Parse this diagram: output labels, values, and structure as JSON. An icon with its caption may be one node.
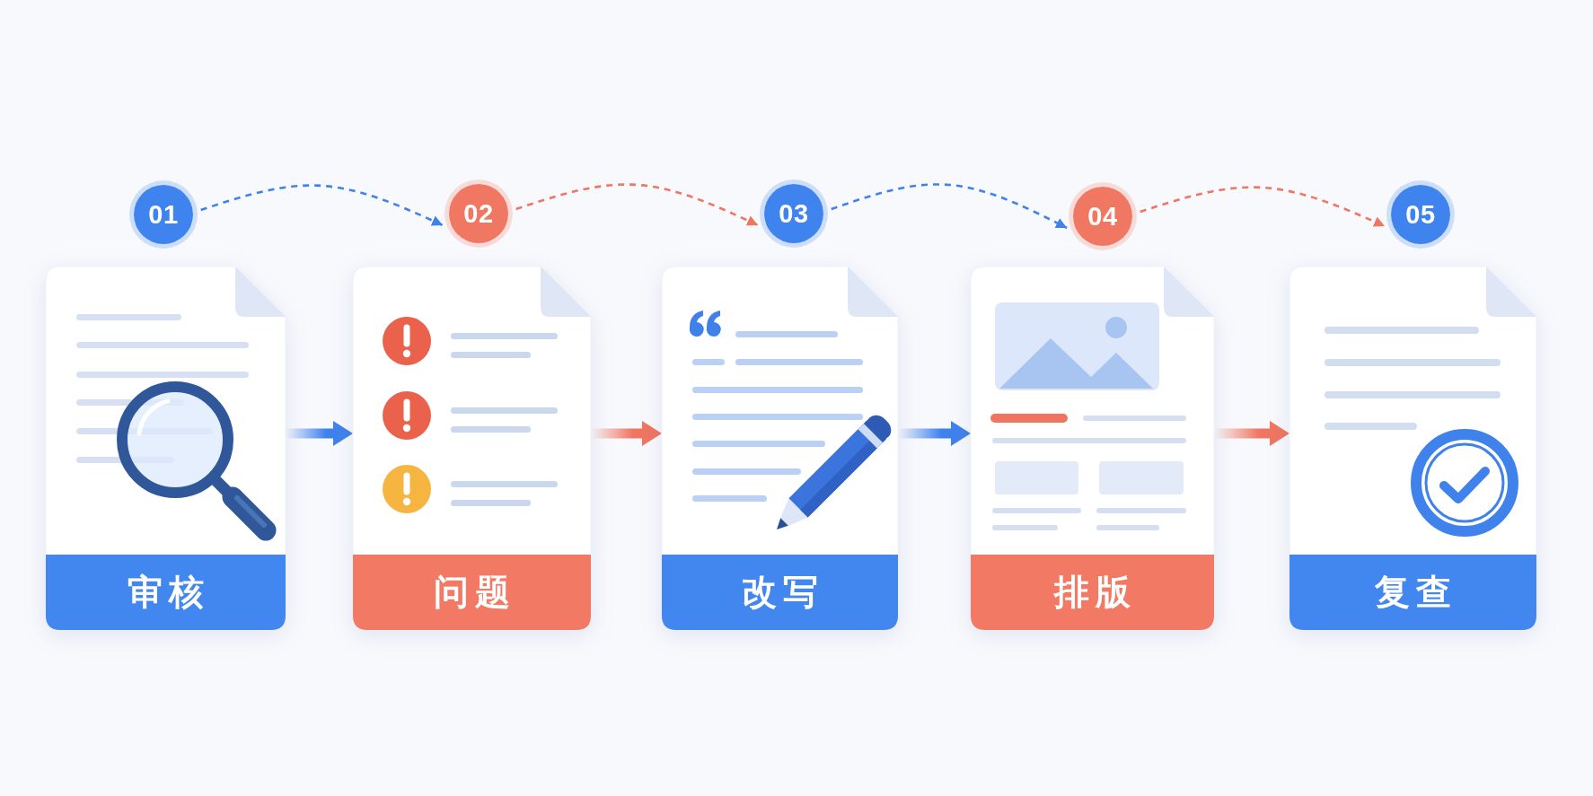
{
  "diagram": {
    "nodes": [
      {
        "text": [
          "01"
        ]
      },
      {
        "text": [
          "02"
        ]
      },
      {
        "text": [
          "03"
        ]
      },
      {
        "text": [
          "04"
        ]
      },
      {
        "text": [
          "05"
        ]
      },
      {
        "text": [
          "审核"
        ]
      },
      {
        "text": [
          "问题"
        ]
      },
      {
        "text": [
          "改写"
        ]
      },
      {
        "text": [
          "排版"
        ]
      },
      {
        "text": [
          "复查"
        ]
      }
    ],
    "edges": [
      {
        "from": 0,
        "to": 1,
        "arrow": "to",
        "style": "dashed",
        "color": "#3f82ec"
      },
      {
        "from": 1,
        "to": 2,
        "arrow": "to",
        "style": "dashed",
        "color": "#ef7660"
      },
      {
        "from": 2,
        "to": 3,
        "arrow": "to",
        "style": "dashed",
        "color": "#3f82ec"
      },
      {
        "from": 3,
        "to": 4,
        "arrow": "to",
        "style": "dashed",
        "color": "#ef7660"
      },
      {
        "from": 5,
        "to": 6,
        "arrow": "to",
        "style": "thick",
        "color": "#3f82ec"
      },
      {
        "from": 6,
        "to": 7,
        "arrow": "to",
        "style": "thick",
        "color": "#ef7660"
      },
      {
        "from": 7,
        "to": 8,
        "arrow": "to",
        "style": "thick",
        "color": "#3f82ec"
      },
      {
        "from": 8,
        "to": 9,
        "arrow": "to",
        "style": "thick",
        "color": "#ef7660"
      }
    ]
  }
}
